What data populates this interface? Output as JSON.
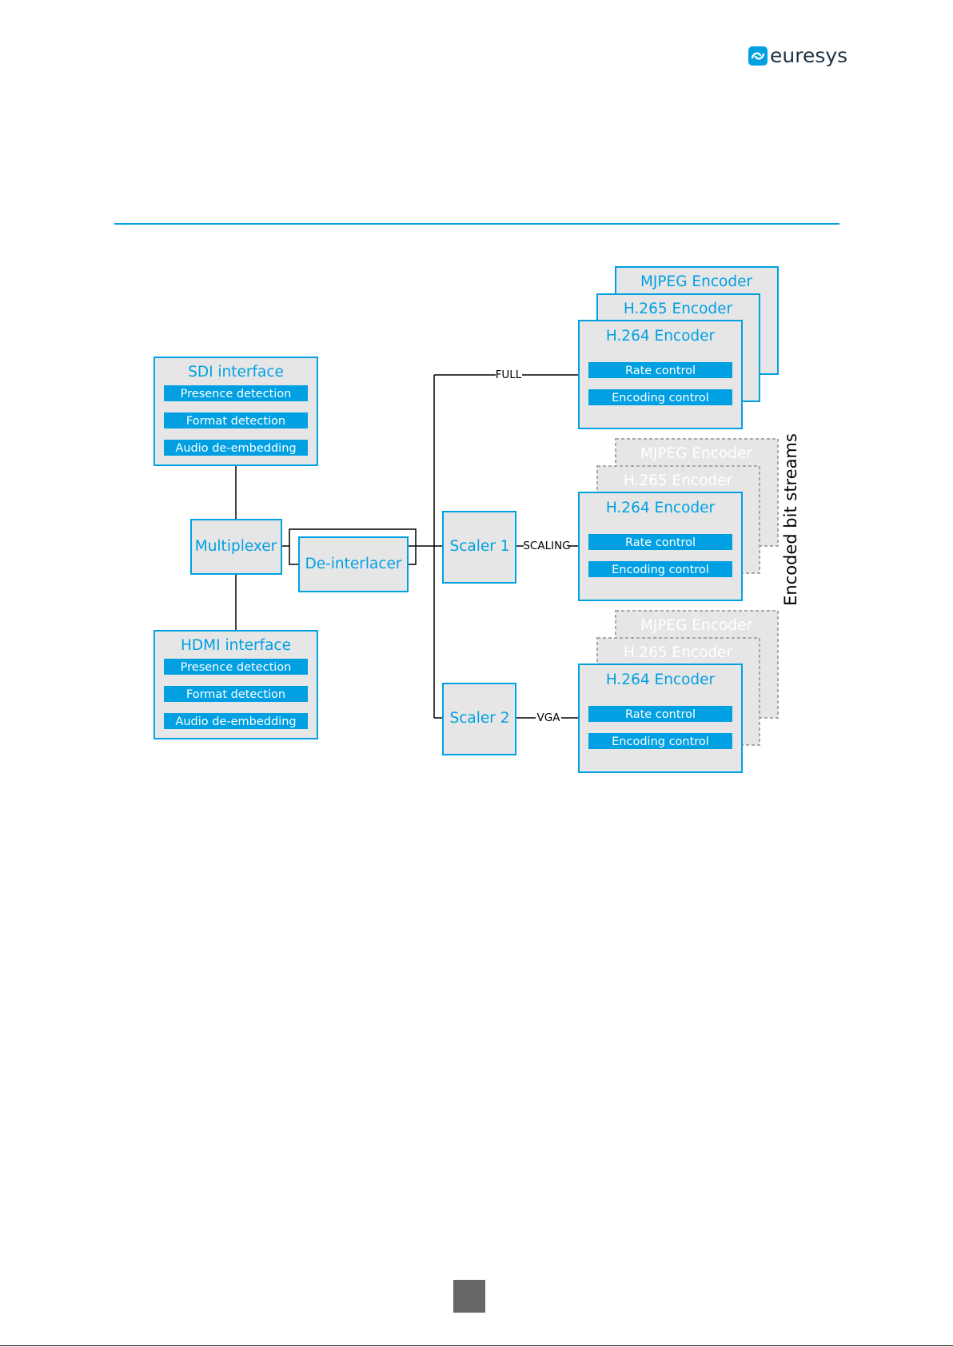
{
  "header": {
    "logo_text": "euresys",
    "accent_color": "#00a0e3"
  },
  "diagram": {
    "sources": [
      {
        "title": "SDI interface",
        "features": [
          "Presence detection",
          "Format detection",
          "Audio de-embedding"
        ]
      },
      {
        "title": "HDMI interface",
        "features": [
          "Presence detection",
          "Format detection",
          "Audio de-embedding"
        ]
      }
    ],
    "multiplexer": "Multiplexer",
    "deinterlacer": "De-interlacer",
    "scalers": [
      "Scaler 1",
      "Scaler 2"
    ],
    "paths": [
      "FULL",
      "SCALING",
      "VGA"
    ],
    "encoder_groups": [
      {
        "active": true,
        "encoders": [
          "MJPEG Encoder",
          "H.265 Encoder",
          "H.264 Encoder"
        ],
        "controls": [
          "Rate control",
          "Encoding control"
        ]
      },
      {
        "active": false,
        "encoders": [
          "MJPEG Encoder",
          "H.265 Encoder",
          "H.264 Encoder"
        ],
        "controls": [
          "Rate control",
          "Encoding control"
        ]
      },
      {
        "active": false,
        "encoders": [
          "MJPEG Encoder",
          "H.265 Encoder",
          "H.264 Encoder"
        ],
        "controls": [
          "Rate control",
          "Encoding control"
        ]
      }
    ],
    "output_label": "Encoded bit streams"
  },
  "footer": {
    "page_box_color": "#666666"
  }
}
